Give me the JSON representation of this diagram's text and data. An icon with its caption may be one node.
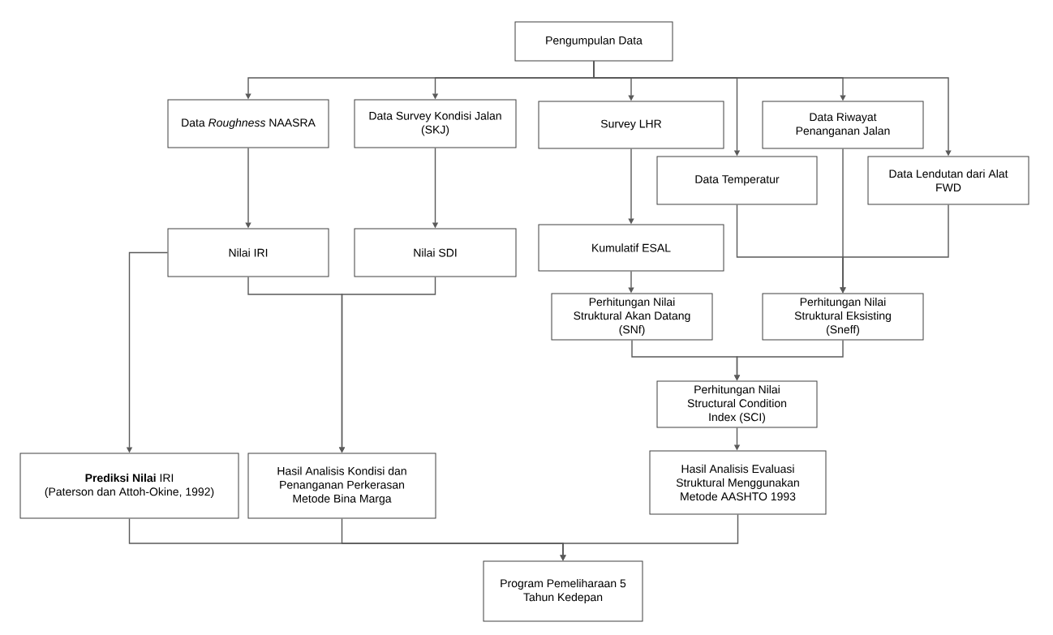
{
  "diagram": {
    "nodes": [
      {
        "text": [
          "Pengumpulan Data"
        ]
      },
      {
        "text": [
          "Data *Roughness* NAASRA"
        ]
      },
      {
        "text": [
          "Data Survey Kondisi Jalan (SKJ)"
        ]
      },
      {
        "text": [
          "Survey LHR"
        ]
      },
      {
        "text": [
          "Data Riwayat Penanganan Jalan"
        ]
      },
      {
        "text": [
          "Data Temperatur"
        ]
      },
      {
        "text": [
          "Data Lendutan dari Alat FWD"
        ]
      },
      {
        "text": [
          "Nilai IRI"
        ]
      },
      {
        "text": [
          "Nilai SDI"
        ]
      },
      {
        "text": [
          "Kumulatif ESAL"
        ]
      },
      {
        "text": [
          "Perhitungan Nilai Struktural Akan Datang (SNf)"
        ]
      },
      {
        "text": [
          "Perhitungan Nilai Struktural Eksisting (Sneff)"
        ]
      },
      {
        "text": [
          "Perhitungan Nilai Structural Condition Index (SCI)"
        ]
      },
      {
        "text": [
          "**Prediksi Nilai** IRI",
          "(Paterson dan Attoh-Okine, 1992)"
        ]
      },
      {
        "text": [
          "Hasil Analisis Kondisi dan Penanganan Perkerasan Metode Bina Marga"
        ]
      },
      {
        "text": [
          "Hasil Analisis Evaluasi Struktural Menggunakan Metode AASHTO 1993"
        ]
      },
      {
        "text": [
          "Program Pemeliharaan 5 Tahun Kedepan"
        ]
      }
    ],
    "edges": [
      {
        "from": 0,
        "to": 1,
        "arrow": "to"
      },
      {
        "from": 0,
        "to": 2,
        "arrow": "to"
      },
      {
        "from": 0,
        "to": 3,
        "arrow": "to"
      },
      {
        "from": 0,
        "to": 5,
        "arrow": "to"
      },
      {
        "from": 0,
        "to": 4,
        "arrow": "to"
      },
      {
        "from": 0,
        "to": 6,
        "arrow": "to"
      },
      {
        "from": 1,
        "to": 7,
        "arrow": "to"
      },
      {
        "from": 2,
        "to": 8,
        "arrow": "to"
      },
      {
        "from": 3,
        "to": 9,
        "arrow": "to"
      },
      {
        "from": 9,
        "to": 10,
        "arrow": "to"
      },
      {
        "from": 5,
        "to": 11,
        "arrow": "to"
      },
      {
        "from": 4,
        "to": 11,
        "arrow": "to"
      },
      {
        "from": 6,
        "to": 11,
        "arrow": "to"
      },
      {
        "from": 10,
        "to": 12,
        "arrow": "to"
      },
      {
        "from": 11,
        "to": 12,
        "arrow": "to"
      },
      {
        "from": 12,
        "to": 15,
        "arrow": "to"
      },
      {
        "from": 7,
        "to": 13,
        "arrow": "to"
      },
      {
        "from": 7,
        "to": 14,
        "arrow": "to"
      },
      {
        "from": 8,
        "to": 14,
        "arrow": "to"
      },
      {
        "from": 13,
        "to": 16,
        "arrow": "to"
      },
      {
        "from": 14,
        "to": 16,
        "arrow": "to"
      },
      {
        "from": 15,
        "to": 16,
        "arrow": "to"
      }
    ]
  }
}
